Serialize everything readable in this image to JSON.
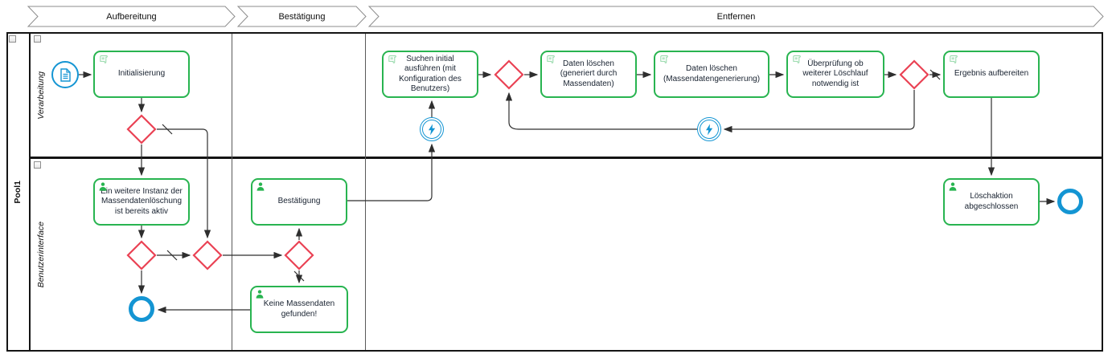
{
  "milestones": [
    {
      "label": "Aufbereitung"
    },
    {
      "label": "Bestätigung"
    },
    {
      "label": "Entfernen"
    }
  ],
  "pool": {
    "name": "Pool1",
    "lanes": [
      {
        "label": "Verarbeitung"
      },
      {
        "label": "Benutzerinterface"
      }
    ]
  },
  "tasks": [
    {
      "id": "initialisierung",
      "label": "Initialisierung",
      "type": "script-task",
      "lane": "Verarbeitung"
    },
    {
      "id": "suchen-initial",
      "label": "Suchen initial ausführen (mit Konfiguration des Benutzers)",
      "type": "script-task",
      "lane": "Verarbeitung"
    },
    {
      "id": "daten-loeschen-1",
      "label": "Daten löschen (generiert durch Massendaten)",
      "type": "script-task",
      "lane": "Verarbeitung"
    },
    {
      "id": "daten-loeschen-2",
      "label": "Daten löschen (Massendatengenerierung)",
      "type": "script-task",
      "lane": "Verarbeitung"
    },
    {
      "id": "ueberpruefung",
      "label": "Überprüfung ob weiterer Löschlauf notwendig ist",
      "type": "script-task",
      "lane": "Verarbeitung"
    },
    {
      "id": "ergebnis-aufbereiten",
      "label": "Ergebnis aufbereiten",
      "type": "script-task",
      "lane": "Verarbeitung"
    },
    {
      "id": "weitere-instanz",
      "label": "Ein weitere Instanz der Massendatenlöschung ist bereits aktiv",
      "type": "user-task",
      "lane": "Benutzerinterface"
    },
    {
      "id": "bestaetigung",
      "label": "Bestätigung",
      "type": "user-task",
      "lane": "Benutzerinterface"
    },
    {
      "id": "keine-massendaten",
      "label": "Keine Massendaten gefunden!",
      "type": "user-task",
      "lane": "Benutzerinterface"
    },
    {
      "id": "loeschaktion",
      "label": "Löschaktion abgeschlossen",
      "type": "user-task",
      "lane": "Benutzerinterface"
    }
  ],
  "gateways": [
    {
      "id": "gw1",
      "type": "exclusive",
      "lane": "Verarbeitung"
    },
    {
      "id": "gw2",
      "type": "exclusive",
      "lane": "Benutzerinterface"
    },
    {
      "id": "gw3",
      "type": "exclusive",
      "lane": "Benutzerinterface"
    },
    {
      "id": "gw4",
      "type": "exclusive",
      "lane": "Benutzerinterface"
    },
    {
      "id": "gw5",
      "type": "exclusive",
      "lane": "Verarbeitung"
    },
    {
      "id": "gw6",
      "type": "exclusive",
      "lane": "Verarbeitung"
    }
  ],
  "events": [
    {
      "id": "start",
      "type": "start-event-document",
      "icon": "document-icon"
    },
    {
      "id": "catch1",
      "type": "intermediate-event-lightning",
      "icon": "lightning-icon"
    },
    {
      "id": "catch2",
      "type": "intermediate-event-lightning",
      "icon": "lightning-icon"
    },
    {
      "id": "end1",
      "type": "end-event"
    },
    {
      "id": "end2",
      "type": "end-event"
    }
  ],
  "flows": [
    {
      "from": "start",
      "to": "initialisierung"
    },
    {
      "from": "initialisierung",
      "to": "gw1"
    },
    {
      "from": "gw1",
      "to": "gw3",
      "default": true
    },
    {
      "from": "gw1",
      "to": "weitere-instanz"
    },
    {
      "from": "weitere-instanz",
      "to": "gw2"
    },
    {
      "from": "gw2",
      "to": "gw3",
      "default": true
    },
    {
      "from": "gw2",
      "to": "end1"
    },
    {
      "from": "gw3",
      "to": "gw4"
    },
    {
      "from": "gw4",
      "to": "bestaetigung"
    },
    {
      "from": "gw4",
      "to": "keine-massendaten",
      "default": true
    },
    {
      "from": "keine-massendaten",
      "to": "end1"
    },
    {
      "from": "bestaetigung",
      "to": "catch1"
    },
    {
      "from": "catch1",
      "to": "suchen-initial"
    },
    {
      "from": "suchen-initial",
      "to": "gw5"
    },
    {
      "from": "gw5",
      "to": "daten-loeschen-1"
    },
    {
      "from": "daten-loeschen-1",
      "to": "daten-loeschen-2"
    },
    {
      "from": "daten-loeschen-2",
      "to": "ueberpruefung"
    },
    {
      "from": "ueberpruefung",
      "to": "gw6"
    },
    {
      "from": "gw6",
      "to": "ergebnis-aufbereiten",
      "default": true
    },
    {
      "from": "gw6",
      "to": "catch2"
    },
    {
      "from": "catch2",
      "to": "gw5"
    },
    {
      "from": "ergebnis-aufbereiten",
      "to": "loeschaktion"
    },
    {
      "from": "loeschaktion",
      "to": "end2"
    }
  ],
  "colors": {
    "task_border": "#28b450",
    "task_icon": "#93d8a8",
    "event_blue": "#1495d3",
    "gateway_red": "#ea4254",
    "connector": "#2e2e2e",
    "chevron_border": "#8c8c8c",
    "pool_border": "#141414"
  }
}
